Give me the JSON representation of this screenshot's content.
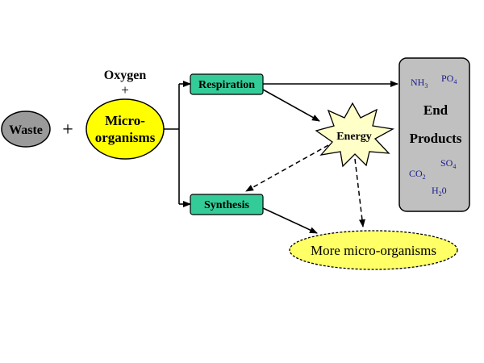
{
  "nodes": {
    "waste": "Waste",
    "plus": "+",
    "oxygen": "Oxygen",
    "oxygen_plus": "+",
    "micro_line1": "Micro-",
    "micro_line2": "organisms",
    "respiration": "Respiration",
    "synthesis": "Synthesis",
    "energy": "Energy",
    "more_micro": "More micro-organisms",
    "end_line1": "End",
    "end_line2": "Products"
  },
  "end_products": [
    {
      "base": "NH",
      "sub": "3"
    },
    {
      "base": "PO",
      "sub": "4"
    },
    {
      "base": "SO",
      "sub": "4"
    },
    {
      "base": "CO",
      "sub": "2"
    },
    {
      "base": "H",
      "sub": "2",
      "after": "0"
    }
  ],
  "colors": {
    "waste_fill": "#9a9a9a",
    "micro_fill": "#ffff00",
    "box_fill": "#33cc99",
    "energy_fill": "#ffffc8",
    "end_fill": "#c0c0c0",
    "more_fill": "#ffff66",
    "chem_text": "#1a1a8c"
  }
}
